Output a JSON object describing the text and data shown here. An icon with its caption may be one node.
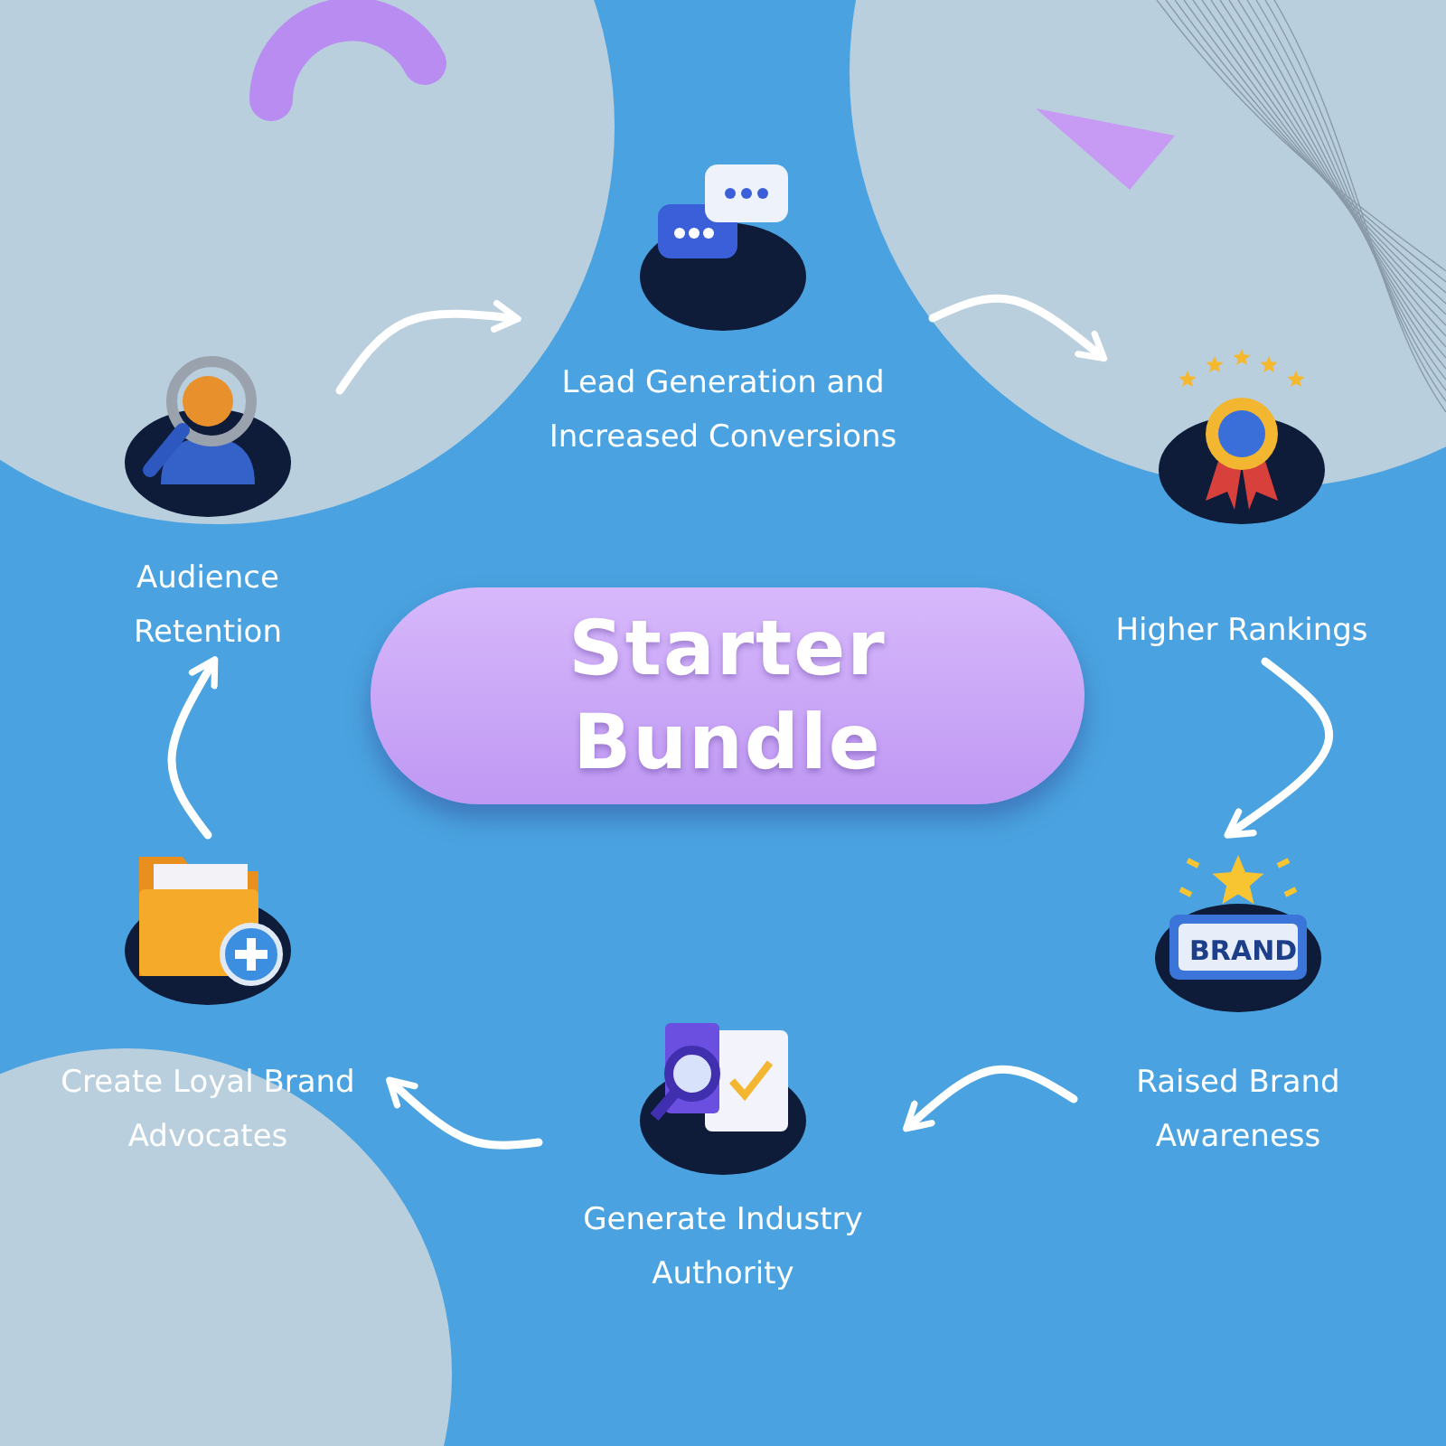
{
  "diagram": {
    "nodes": [
      {
        "text": [
          "Starter Bundle"
        ]
      },
      {
        "text": [
          "Lead Generation and Increased Conversions"
        ]
      },
      {
        "text": [
          "Higher Rankings"
        ]
      },
      {
        "text": [
          "Raised Brand Awareness"
        ]
      },
      {
        "text": [
          "Generate Industry Authority"
        ]
      },
      {
        "text": [
          "Create Loyal Brand Advocates"
        ]
      },
      {
        "text": [
          "Audience Retention"
        ]
      }
    ],
    "edges": [
      {
        "from": 1,
        "to": 2,
        "arrow": "to"
      },
      {
        "from": 2,
        "to": 3,
        "arrow": "to"
      },
      {
        "from": 3,
        "to": 4,
        "arrow": "to"
      },
      {
        "from": 4,
        "to": 5,
        "arrow": "to"
      },
      {
        "from": 5,
        "to": 6,
        "arrow": "to"
      },
      {
        "from": 6,
        "to": 1,
        "arrow": "to"
      }
    ],
    "labels": [
      "BRAND"
    ]
  }
}
